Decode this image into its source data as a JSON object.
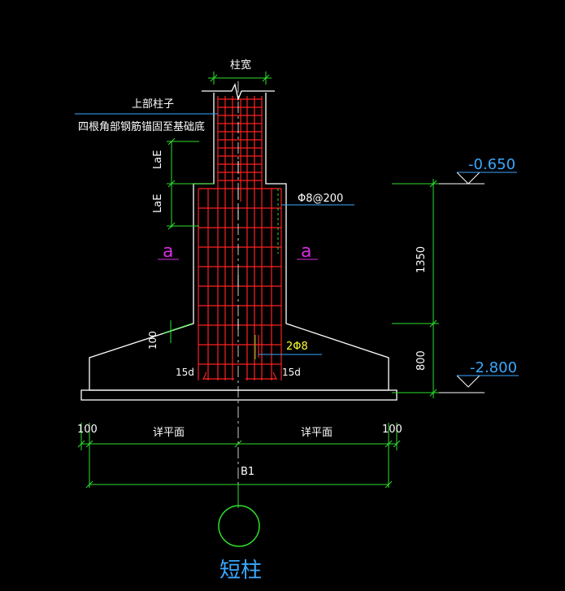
{
  "labels": {
    "column_width": "柱宽",
    "upper_column": "上部柱子",
    "corner_bars_anchor": "四根角部钢筋锚固至基础底",
    "lae_top": "LaE",
    "lae_bottom": "LaE",
    "stirrup_spec": "Φ8@200",
    "section_mark_left": "a",
    "section_mark_right": "a",
    "dim_1350": "1350",
    "dim_800": "800",
    "dim_100_side": "100",
    "bars_2phi8": "2Φ8",
    "hook_left": "15d",
    "hook_right": "15d",
    "elev_top": "-0.650",
    "elev_bottom": "-2.800",
    "dim_100_left": "100",
    "dim_100_right": "100",
    "see_plan_left": "详平面",
    "see_plan_right": "详平面",
    "dim_b1": "B1",
    "title": "短柱"
  },
  "colors": {
    "outline": "#ffffff",
    "rebar": "#ff2020",
    "dimension": "#2ee02e",
    "leader": "#3aa8ff",
    "section_mark": "#d62ee0",
    "annotation_yellow": "#ffff30",
    "background": "#000000"
  }
}
